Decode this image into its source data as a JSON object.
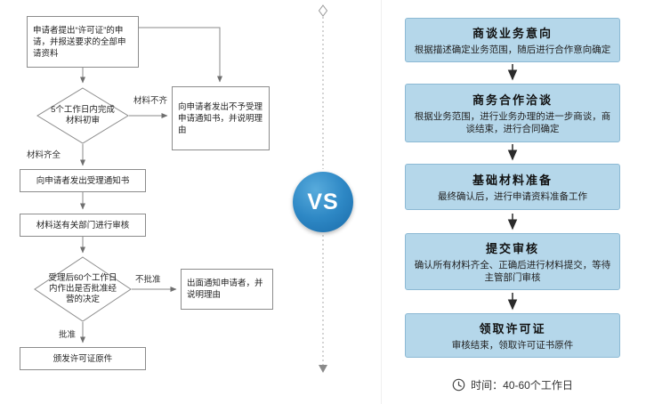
{
  "left": {
    "nodes": {
      "apply": "申请者提出“许可证”的申请，并报送要求的全部申请资料",
      "review": "5个工作日内完成材料初审",
      "reject_notice": "向申请者发出不予受理申请通知书，并说明理由",
      "accept_notice": "向申请者发出受理通知书",
      "send_review": "材料送有关部门进行审核",
      "decision": "受理后60个工作日内作出是否批准经营的决定",
      "notify_reject": "出面通知申请者，并说明理由",
      "issue_license": "颁发许可证原件"
    },
    "labels": {
      "incomplete": "材料不齐",
      "complete": "材料齐全",
      "disapprove": "不批准",
      "approve": "批准"
    }
  },
  "center": {
    "vs": "VS"
  },
  "right": {
    "steps": [
      {
        "title": "商谈业务意向",
        "desc": "根据描述确定业务范围，随后进行合作意向确定"
      },
      {
        "title": "商务合作洽谈",
        "desc": "根据业务范围，进行业务办理的进一步商谈，商谈结束，进行合同确定"
      },
      {
        "title": "基础材料准备",
        "desc": "最终确认后，进行申请资料准备工作"
      },
      {
        "title": "提交审核",
        "desc": "确认所有材料齐全、正确后进行材料提交，等待主管部门审核"
      },
      {
        "title": "领取许可证",
        "desc": "审核结束，领取许可证书原件"
      }
    ],
    "time_label": "时间：40-60个工作日"
  }
}
